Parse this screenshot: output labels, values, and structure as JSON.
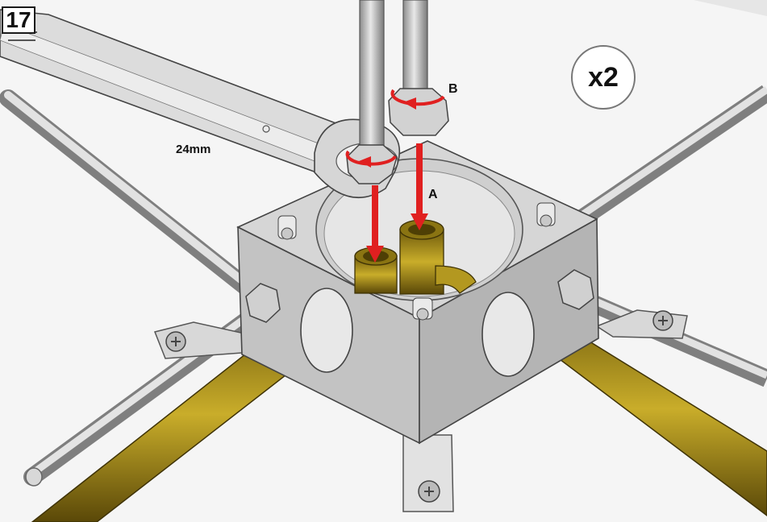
{
  "step": {
    "number": "17"
  },
  "quantity": {
    "label": "x2"
  },
  "labels": {
    "wrench_size": "24mm",
    "arrow_a": "A",
    "arrow_b": "B"
  },
  "colors": {
    "brass": "#b59a1e",
    "metal": "#c4c4c4",
    "arrow": "#e02020",
    "box": "#c8c8c8"
  }
}
